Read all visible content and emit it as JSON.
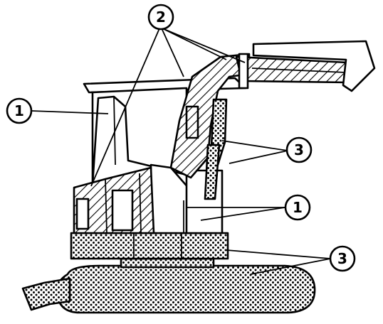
{
  "diagram": {
    "labels": [
      {
        "id": "label-2",
        "text": "2"
      },
      {
        "id": "label-1-upper",
        "text": "1"
      },
      {
        "id": "label-3-upper",
        "text": "3"
      },
      {
        "id": "label-1-lower",
        "text": "1"
      },
      {
        "id": "label-3-lower",
        "text": "3"
      }
    ]
  }
}
